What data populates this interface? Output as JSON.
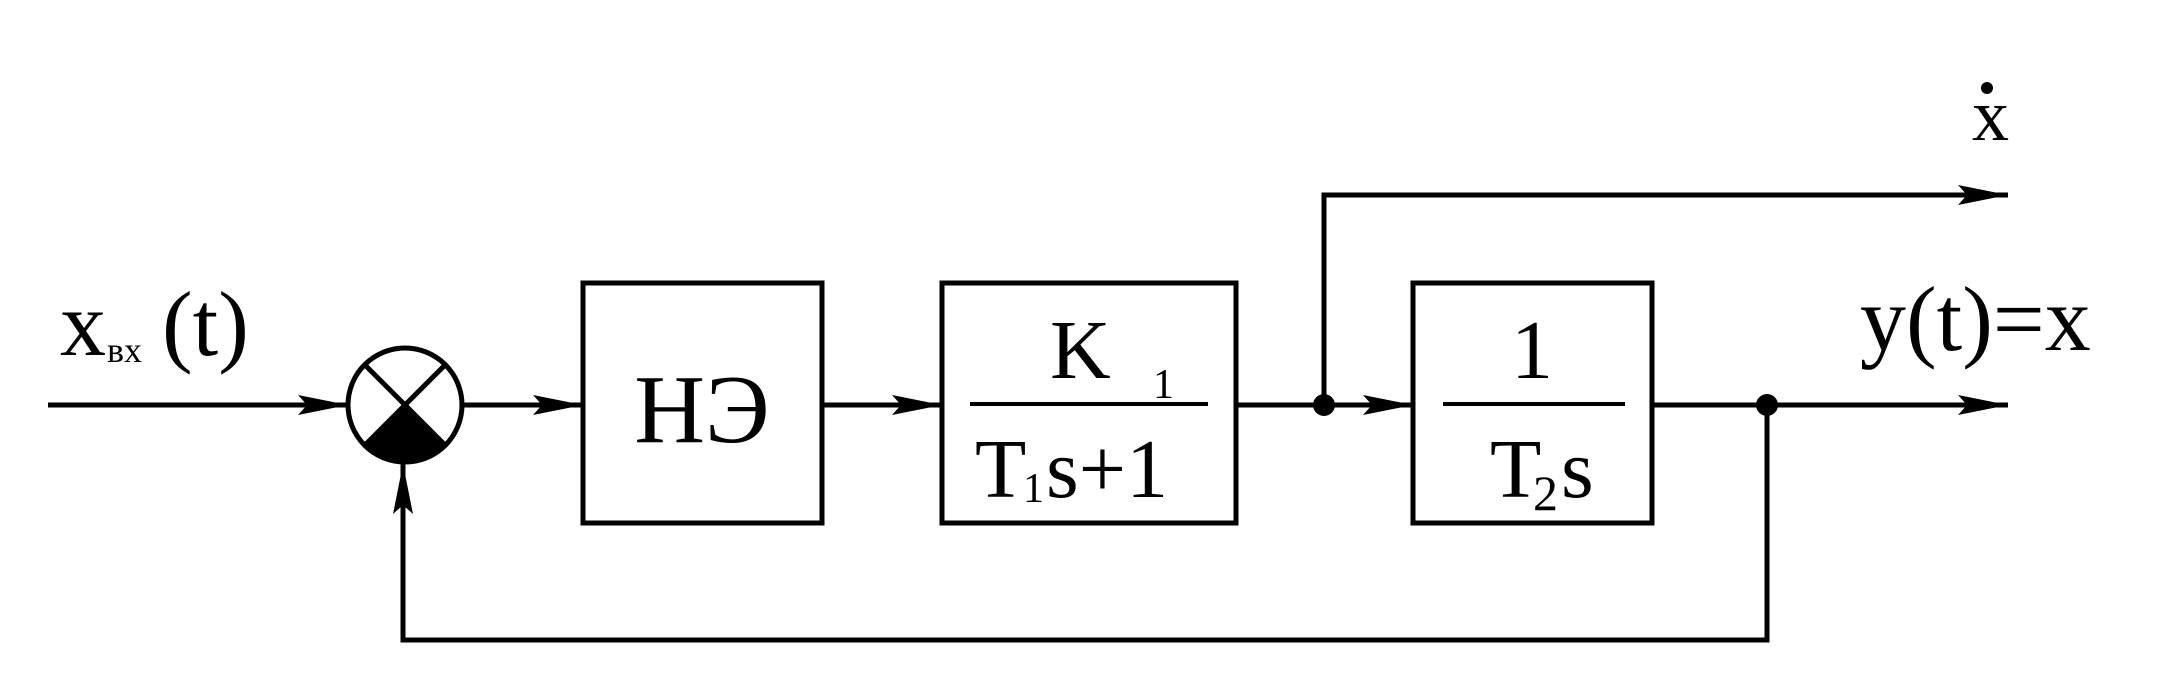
{
  "colors": {
    "line": "#000000",
    "background": "#ffffff"
  },
  "input": {
    "main": "x",
    "subscript": "вх",
    "arg": "(t)"
  },
  "blocks": {
    "nonlinear": {
      "label": "НЭ"
    },
    "aperiodic": {
      "numerator_main": "K",
      "numerator_sub": "1",
      "denominator_main": "T",
      "denominator_sub": "1",
      "denominator_tail": "s+1"
    },
    "integrator": {
      "numerator": "1",
      "denominator_main": "T",
      "denominator_sub": "2",
      "denominator_tail": "s"
    }
  },
  "outputs": {
    "derivative": "x",
    "main": "y(t)=x"
  },
  "icons": {
    "summing_junction": "summing-junction-icon",
    "arrowhead": "arrowhead-icon"
  }
}
